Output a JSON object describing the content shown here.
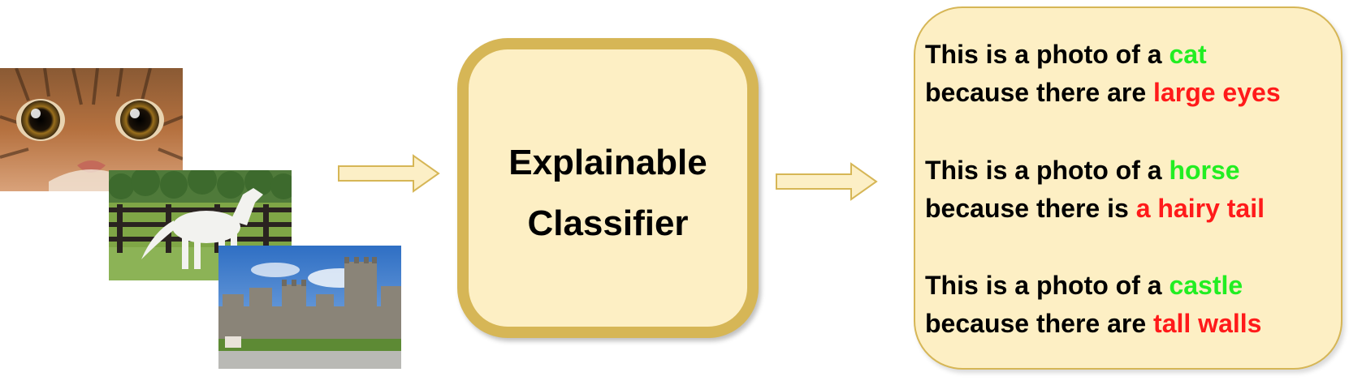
{
  "classifier": {
    "line1": "Explainable",
    "line2": "Classifier"
  },
  "explanations": [
    {
      "prefix": "This is a photo of a",
      "label": "cat",
      "reason_prefix": "because there are",
      "reason": "large eyes"
    },
    {
      "prefix": "This is a photo of a",
      "label": "horse",
      "reason_prefix": "because there is",
      "reason": "a hairy tail"
    },
    {
      "prefix": "This is a photo of a",
      "label": "castle",
      "reason_prefix": "because there are",
      "reason": "tall walls"
    }
  ],
  "colors": {
    "box_fill": "#fdefc4",
    "box_border": "#d6b656",
    "label_color": "#22ee22",
    "reason_color": "#ff1a1a"
  },
  "images": [
    "cat-closeup-photo",
    "white-horse-photo",
    "castle-photo"
  ]
}
